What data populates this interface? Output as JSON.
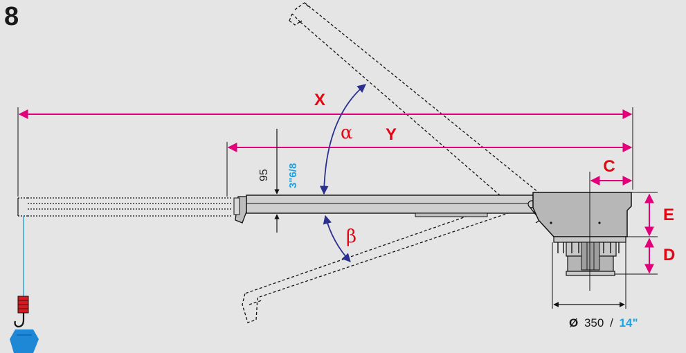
{
  "figure_number": "8",
  "dimensions": {
    "x": "X",
    "y": "Y",
    "c": "C",
    "e": "E",
    "d": "D"
  },
  "angles": {
    "alpha": "α",
    "beta": "β"
  },
  "offset": {
    "mm": "95",
    "inch": "3\"6/8"
  },
  "diameter": {
    "symbol": "Ø",
    "mm": "350",
    "separator": "/",
    "inch": "14\""
  },
  "colors": {
    "dimension_red": "#e30613",
    "magenta_lines": "#e2007a",
    "angle_arc": "#2b2f8f",
    "inch_blue": "#1aa3e0",
    "weight_red": "#d71920",
    "weight_blue": "#1e88d6",
    "background": "#e5e5e5"
  }
}
